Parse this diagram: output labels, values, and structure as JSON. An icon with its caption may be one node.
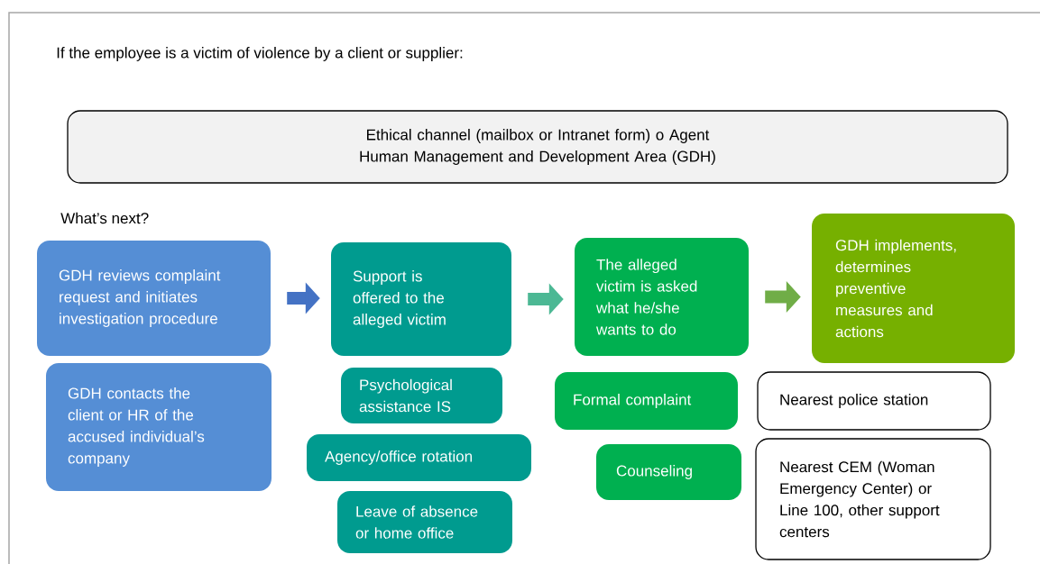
{
  "diagram": {
    "title": "If the employee is a victim of violence by a client or supplier:",
    "nodes": [
      {
        "text": [
          "Ethical channel (mailbox or Intranet form) o Agent Human Management and Development Area (GDH)"
        ]
      },
      {
        "text": [
          "GDH reviews complaint request and initiates investigation procedure"
        ]
      },
      {
        "text": [
          "GDH contacts the client or HR of the accused individual’s company"
        ]
      },
      {
        "text": [
          "Support is offered to the alleged victim"
        ]
      },
      {
        "text": [
          "Psychological assistance IS"
        ]
      },
      {
        "text": [
          "Agency/office rotation"
        ]
      },
      {
        "text": [
          "Leave of absence or home office"
        ]
      },
      {
        "text": [
          "The alleged victim is asked what he/she wants to do"
        ]
      },
      {
        "text": [
          "Formal complaint"
        ]
      },
      {
        "text": [
          "Counseling"
        ]
      },
      {
        "text": [
          "GDH implements, determines preventive measures and actions"
        ]
      },
      {
        "text": [
          "Nearest police station"
        ]
      },
      {
        "text": [
          "Nearest CEM (Woman Emergency Center) or Line 100, other support centers"
        ]
      }
    ],
    "edges": [
      {
        "from": 1,
        "to": 3,
        "arrow": "to",
        "color": "#4472c4"
      },
      {
        "from": 3,
        "to": 7,
        "arrow": "to",
        "color": "#4cb894"
      },
      {
        "from": 7,
        "to": 10,
        "arrow": "to",
        "color": "#70ad47"
      }
    ],
    "labels": [
      "What’s next?"
    ]
  }
}
